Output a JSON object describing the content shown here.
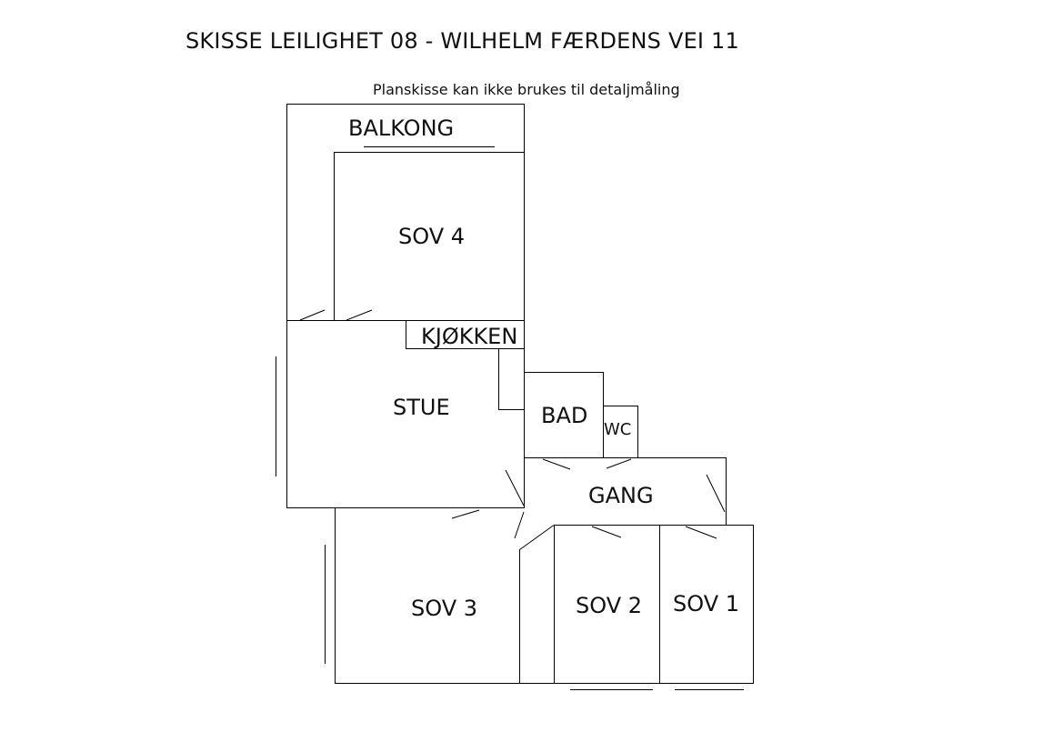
{
  "title": "SKISSE LEILIGHET 08 - WILHELM FÆRDENS VEI 11",
  "subtitle": "Planskisse kan ikke brukes til detaljmåling",
  "rooms": {
    "balkong": "BALKONG",
    "sov4": "SOV 4",
    "kjokken": "KJØKKEN",
    "stue": "STUE",
    "bad": "BAD",
    "wc": "WC",
    "gang": "GANG",
    "sov3": "SOV 3",
    "sov2": "SOV 2",
    "sov1": "SOV 1"
  },
  "colors": {
    "line": "#000000",
    "text": "#111111",
    "background": "#ffffff"
  }
}
